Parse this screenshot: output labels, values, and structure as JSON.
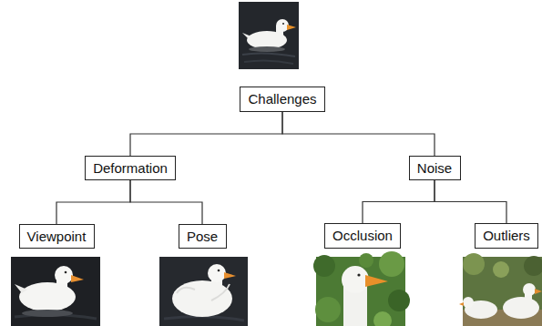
{
  "diagram": {
    "nodes": [
      {
        "text": [
          "Challenges"
        ]
      },
      {
        "text": [
          "Deformation"
        ]
      },
      {
        "text": [
          "Noise"
        ]
      },
      {
        "text": [
          "Viewpoint"
        ]
      },
      {
        "text": [
          "Pose"
        ]
      },
      {
        "text": [
          "Occlusion"
        ]
      },
      {
        "text": [
          "Outliers"
        ]
      }
    ],
    "edges": [
      {
        "from": 0,
        "to": 1,
        "arrow": "none"
      },
      {
        "from": 0,
        "to": 2,
        "arrow": "none"
      },
      {
        "from": 1,
        "to": 3,
        "arrow": "none"
      },
      {
        "from": 1,
        "to": 4,
        "arrow": "none"
      },
      {
        "from": 2,
        "to": 5,
        "arrow": "none"
      },
      {
        "from": 2,
        "to": 6,
        "arrow": "none"
      }
    ]
  }
}
